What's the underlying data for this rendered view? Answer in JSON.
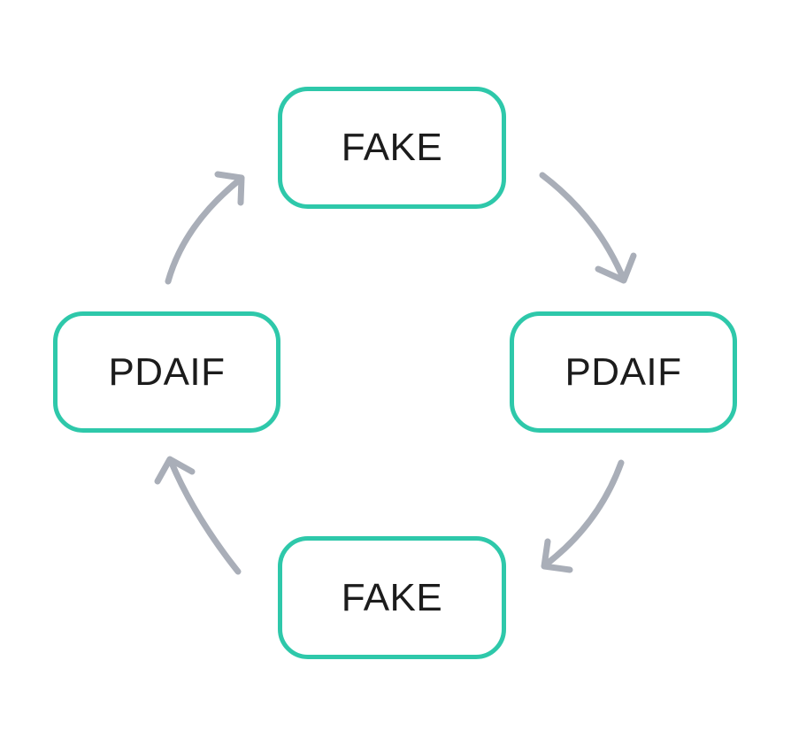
{
  "diagram": {
    "type": "cycle",
    "nodes": {
      "top": {
        "label": "FAKE"
      },
      "right": {
        "label": "PDAIF"
      },
      "bottom": {
        "label": "FAKE"
      },
      "left": {
        "label": "PDAIF"
      }
    },
    "edges": [
      {
        "from": "top",
        "to": "right",
        "direction": "clockwise"
      },
      {
        "from": "right",
        "to": "bottom",
        "direction": "clockwise"
      },
      {
        "from": "bottom",
        "to": "left",
        "direction": "clockwise"
      },
      {
        "from": "left",
        "to": "top",
        "direction": "clockwise"
      }
    ],
    "colors": {
      "node_border": "#2ec8aa",
      "node_fill": "#ffffff",
      "node_text": "#1c1c1c",
      "arrow": "#a9aeb8",
      "background": "#ffffff"
    }
  }
}
